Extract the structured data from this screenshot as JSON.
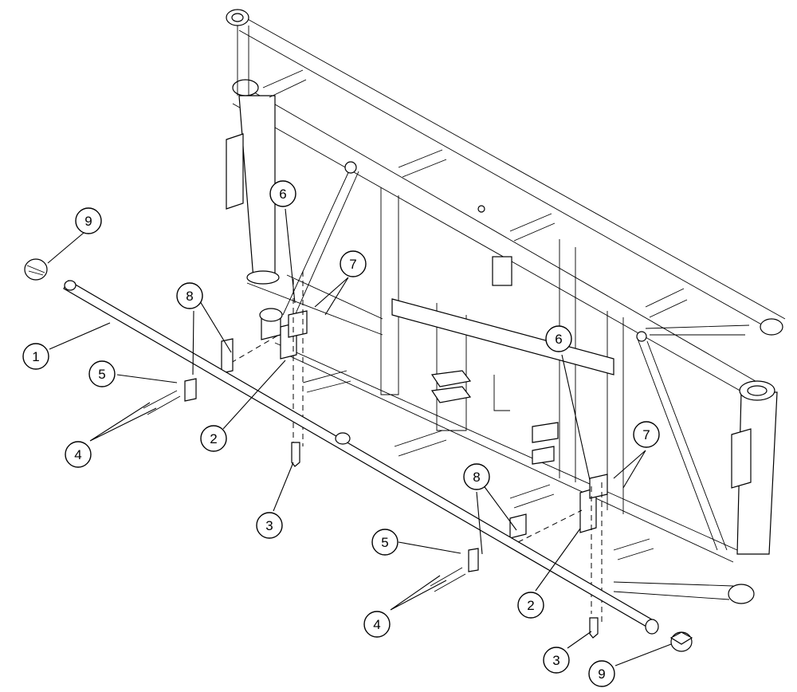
{
  "callouts": [
    {
      "id": "c-9-left",
      "label": "9"
    },
    {
      "id": "c-6-left",
      "label": "6"
    },
    {
      "id": "c-7-left",
      "label": "7"
    },
    {
      "id": "c-8-left",
      "label": "8"
    },
    {
      "id": "c-1",
      "label": "1"
    },
    {
      "id": "c-5-left",
      "label": "5"
    },
    {
      "id": "c-4-left",
      "label": "4"
    },
    {
      "id": "c-2-left",
      "label": "2"
    },
    {
      "id": "c-3-left",
      "label": "3"
    },
    {
      "id": "c-6-right",
      "label": "6"
    },
    {
      "id": "c-7-right",
      "label": "7"
    },
    {
      "id": "c-8-right",
      "label": "8"
    },
    {
      "id": "c-5-right",
      "label": "5"
    },
    {
      "id": "c-2-right",
      "label": "2"
    },
    {
      "id": "c-4-right",
      "label": "4"
    },
    {
      "id": "c-3-right",
      "label": "3"
    },
    {
      "id": "c-9-right",
      "label": "9"
    }
  ]
}
